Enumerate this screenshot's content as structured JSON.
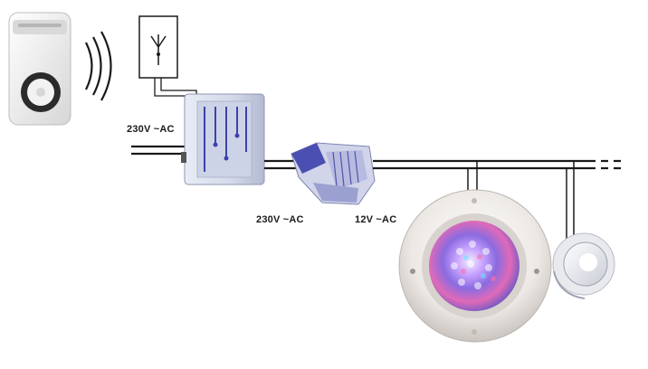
{
  "labels": {
    "mains_input": "230V ~AC",
    "transformer_input": "230V ~AC",
    "transformer_output": "12V ~AC"
  }
}
